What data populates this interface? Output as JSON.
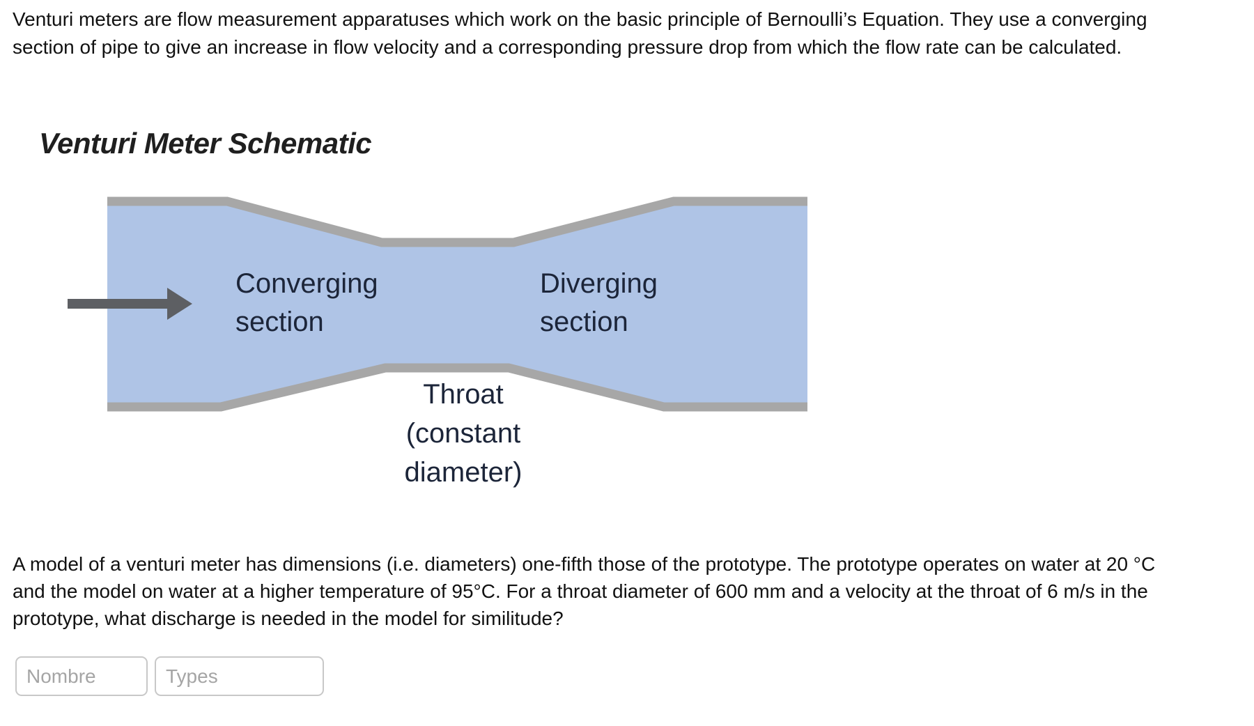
{
  "intro": {
    "lines": [
      "Venturi meters are flow measurement apparatuses which work on the basic principle of Bernoulli’s Equation. They use a converging",
      "section of pipe to give an increase in flow velocity and a corresponding pressure drop from which the flow rate can be calculated."
    ]
  },
  "schematic": {
    "title": "Venturi Meter Schematic",
    "labels": {
      "converging": [
        "Converging",
        "section"
      ],
      "diverging": [
        "Diverging",
        "section"
      ],
      "throat": [
        "Throat",
        "(constant",
        "diameter)"
      ]
    },
    "flow_arrow": "right-arrow",
    "colors": {
      "pipe_fill": "#afc4e6",
      "pipe_wall": "#a7a7a7",
      "arrow": "#5d5f63",
      "label_text": "#1c2539"
    }
  },
  "question": {
    "lines": [
      "A model of a venturi meter has dimensions (i.e. diameters) one-fifth those of the prototype. The prototype operates on water at 20 °C",
      "and the model on water at a higher temperature of 95°C.  For a throat diameter of 600 mm and a velocity at the throat of 6 m/s in the",
      "prototype, what discharge is needed in the model for similitude?"
    ]
  },
  "inputs": [
    {
      "placeholder": "Nombre"
    },
    {
      "placeholder": "Types"
    }
  ]
}
